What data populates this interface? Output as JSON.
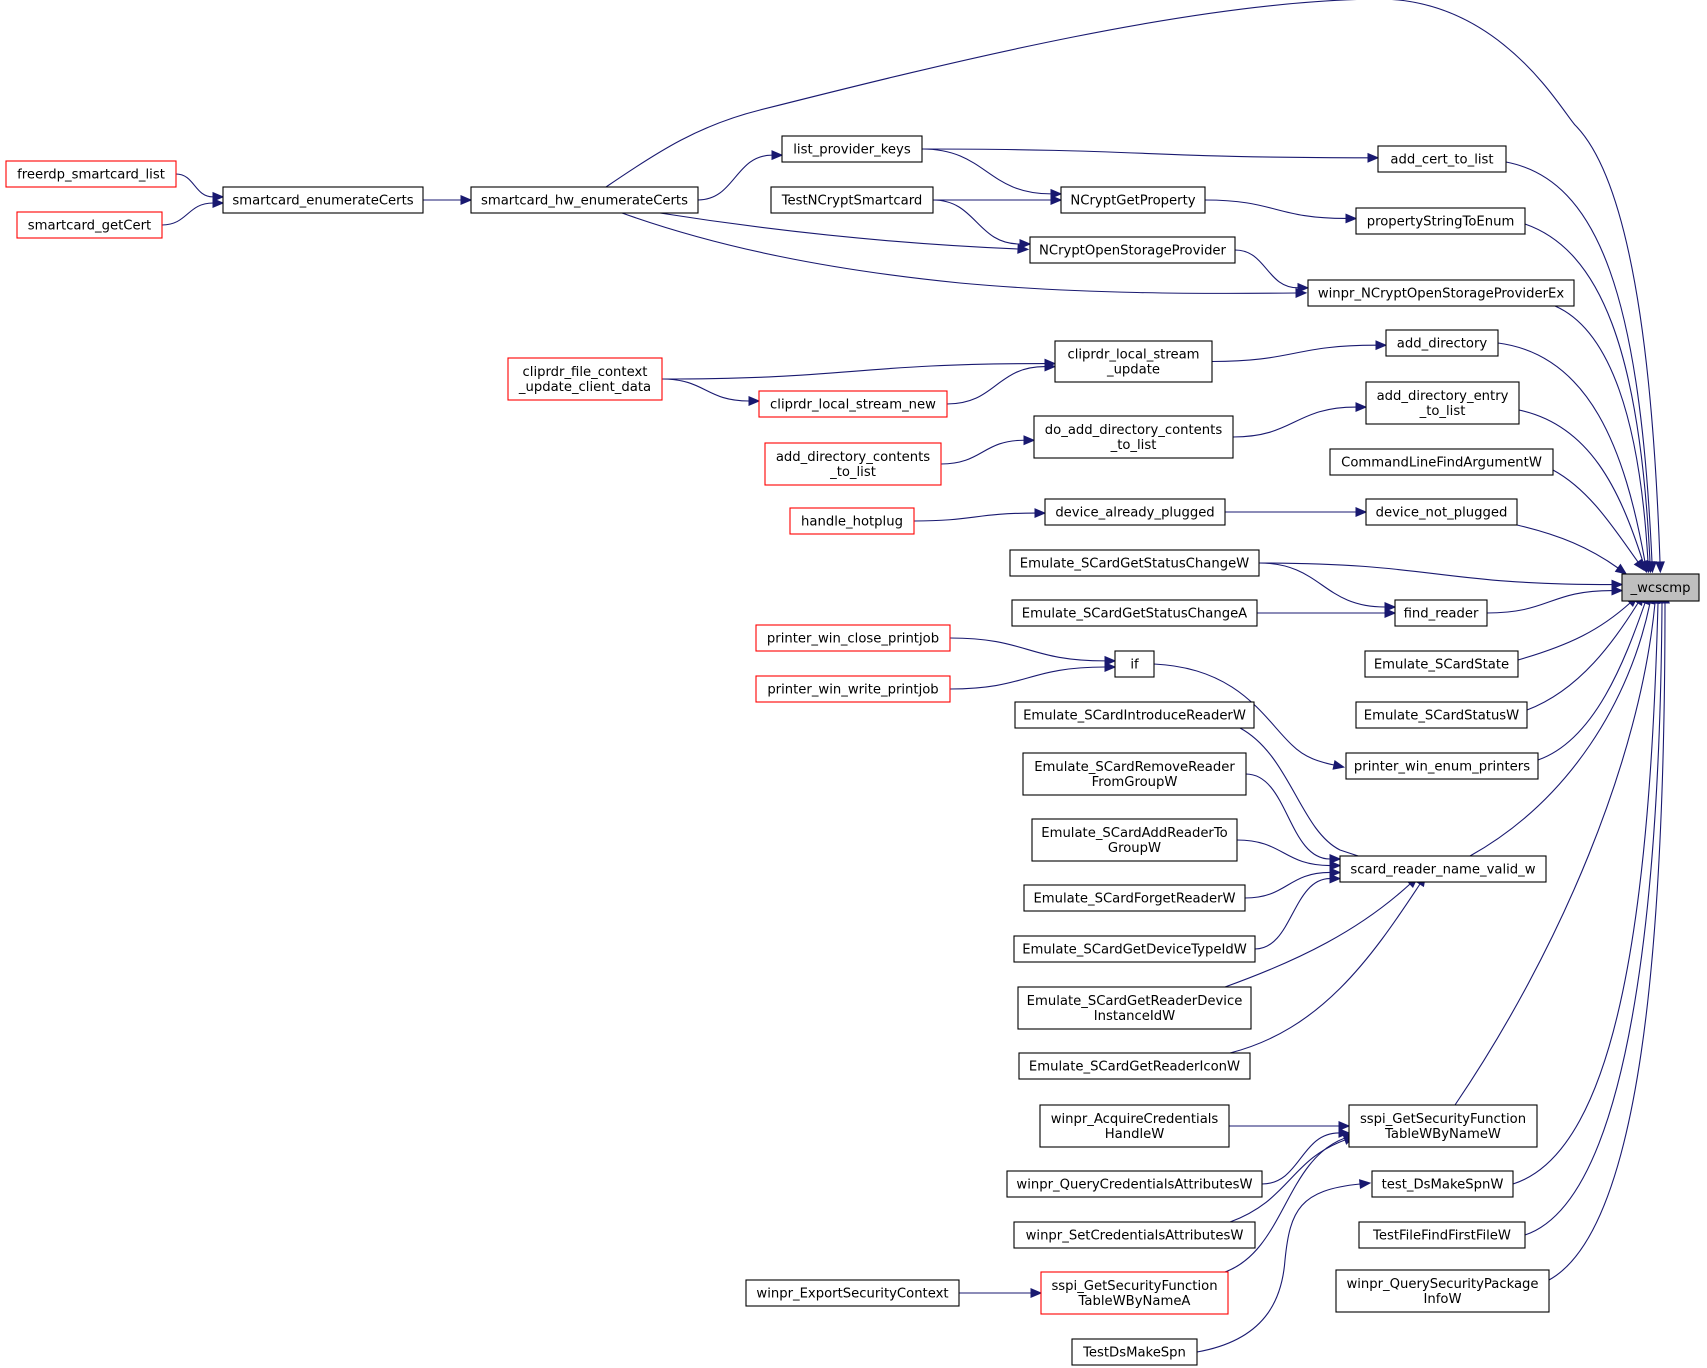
{
  "graph": {
    "title": "",
    "nodes": [
      {
        "id": "wcscmp",
        "lines": [
          "_wcscmp"
        ],
        "style": "grey"
      },
      {
        "id": "freerdp_smartcard_list",
        "lines": [
          "freerdp_smartcard_list"
        ],
        "style": "red"
      },
      {
        "id": "smartcard_getCert",
        "lines": [
          "smartcard_getCert"
        ],
        "style": "red"
      },
      {
        "id": "smartcard_enumerateCerts",
        "lines": [
          "smartcard_enumerateCerts"
        ],
        "style": "normal"
      },
      {
        "id": "smartcard_hw_enumerateCerts",
        "lines": [
          "smartcard_hw_enumerateCerts"
        ],
        "style": "normal"
      },
      {
        "id": "list_provider_keys",
        "lines": [
          "list_provider_keys"
        ],
        "style": "normal"
      },
      {
        "id": "TestNCryptSmartcard",
        "lines": [
          "TestNCryptSmartcard"
        ],
        "style": "normal"
      },
      {
        "id": "NCryptGetProperty",
        "lines": [
          "NCryptGetProperty"
        ],
        "style": "normal"
      },
      {
        "id": "NCryptOpenStorageProvider",
        "lines": [
          "NCryptOpenStorageProvider"
        ],
        "style": "normal"
      },
      {
        "id": "add_cert_to_list",
        "lines": [
          "add_cert_to_list"
        ],
        "style": "normal"
      },
      {
        "id": "propertyStringToEnum",
        "lines": [
          "propertyStringToEnum"
        ],
        "style": "normal"
      },
      {
        "id": "winpr_NCryptOpenStorageProviderEx",
        "lines": [
          "winpr_NCryptOpenStorageProviderEx"
        ],
        "style": "normal"
      },
      {
        "id": "cliprdr_file_context_update_client_data",
        "lines": [
          "cliprdr_file_context",
          "_update_client_data"
        ],
        "style": "red"
      },
      {
        "id": "cliprdr_local_stream_update",
        "lines": [
          "cliprdr_local_stream",
          "_update"
        ],
        "style": "normal"
      },
      {
        "id": "cliprdr_local_stream_new",
        "lines": [
          "cliprdr_local_stream_new"
        ],
        "style": "red"
      },
      {
        "id": "add_directory",
        "lines": [
          "add_directory"
        ],
        "style": "normal"
      },
      {
        "id": "add_directory_contents_to_list",
        "lines": [
          "add_directory_contents",
          "_to_list"
        ],
        "style": "red"
      },
      {
        "id": "do_add_directory_contents_to_list",
        "lines": [
          "do_add_directory_contents",
          "_to_list"
        ],
        "style": "normal"
      },
      {
        "id": "add_directory_entry_to_list",
        "lines": [
          "add_directory_entry",
          "_to_list"
        ],
        "style": "normal"
      },
      {
        "id": "CommandLineFindArgumentW",
        "lines": [
          "CommandLineFindArgumentW"
        ],
        "style": "normal"
      },
      {
        "id": "handle_hotplug",
        "lines": [
          "handle_hotplug"
        ],
        "style": "red"
      },
      {
        "id": "device_already_plugged",
        "lines": [
          "device_already_plugged"
        ],
        "style": "normal"
      },
      {
        "id": "device_not_plugged",
        "lines": [
          "device_not_plugged"
        ],
        "style": "normal"
      },
      {
        "id": "Emulate_SCardGetStatusChangeW",
        "lines": [
          "Emulate_SCardGetStatusChangeW"
        ],
        "style": "normal"
      },
      {
        "id": "Emulate_SCardGetStatusChangeA",
        "lines": [
          "Emulate_SCardGetStatusChangeA"
        ],
        "style": "normal"
      },
      {
        "id": "find_reader",
        "lines": [
          "find_reader"
        ],
        "style": "normal"
      },
      {
        "id": "printer_win_close_printjob",
        "lines": [
          "printer_win_close_printjob"
        ],
        "style": "red"
      },
      {
        "id": "printer_win_write_printjob",
        "lines": [
          "printer_win_write_printjob"
        ],
        "style": "red"
      },
      {
        "id": "if",
        "lines": [
          "if"
        ],
        "style": "normal"
      },
      {
        "id": "Emulate_SCardState",
        "lines": [
          "Emulate_SCardState"
        ],
        "style": "normal"
      },
      {
        "id": "Emulate_SCardStatusW",
        "lines": [
          "Emulate_SCardStatusW"
        ],
        "style": "normal"
      },
      {
        "id": "Emulate_SCardIntroduceReaderW",
        "lines": [
          "Emulate_SCardIntroduceReaderW"
        ],
        "style": "normal"
      },
      {
        "id": "printer_win_enum_printers",
        "lines": [
          "printer_win_enum_printers"
        ],
        "style": "normal"
      },
      {
        "id": "Emulate_SCardRemoveReaderFromGroupW",
        "lines": [
          "Emulate_SCardRemoveReader",
          "FromGroupW"
        ],
        "style": "normal"
      },
      {
        "id": "Emulate_SCardAddReaderToGroupW",
        "lines": [
          "Emulate_SCardAddReaderTo",
          "GroupW"
        ],
        "style": "normal"
      },
      {
        "id": "scard_reader_name_valid_w",
        "lines": [
          "scard_reader_name_valid_w"
        ],
        "style": "normal"
      },
      {
        "id": "Emulate_SCardForgetReaderW",
        "lines": [
          "Emulate_SCardForgetReaderW"
        ],
        "style": "normal"
      },
      {
        "id": "Emulate_SCardGetDeviceTypeIdW",
        "lines": [
          "Emulate_SCardGetDeviceTypeIdW"
        ],
        "style": "normal"
      },
      {
        "id": "Emulate_SCardGetReaderDeviceInstanceIdW",
        "lines": [
          "Emulate_SCardGetReaderDevice",
          "InstanceIdW"
        ],
        "style": "normal"
      },
      {
        "id": "Emulate_SCardGetReaderIconW",
        "lines": [
          "Emulate_SCardGetReaderIconW"
        ],
        "style": "normal"
      },
      {
        "id": "winpr_AcquireCredentialsHandleW",
        "lines": [
          "winpr_AcquireCredentials",
          "HandleW"
        ],
        "style": "normal"
      },
      {
        "id": "sspi_GetSecurityFunctionTableWByNameW",
        "lines": [
          "sspi_GetSecurityFunction",
          "TableWByNameW"
        ],
        "style": "normal"
      },
      {
        "id": "winpr_QueryCredentialsAttributesW",
        "lines": [
          "winpr_QueryCredentialsAttributesW"
        ],
        "style": "normal"
      },
      {
        "id": "test_DsMakeSpnW",
        "lines": [
          "test_DsMakeSpnW"
        ],
        "style": "normal"
      },
      {
        "id": "winpr_SetCredentialsAttributesW",
        "lines": [
          "winpr_SetCredentialsAttributesW"
        ],
        "style": "normal"
      },
      {
        "id": "TestFileFindFirstFileW",
        "lines": [
          "TestFileFindFirstFileW"
        ],
        "style": "normal"
      },
      {
        "id": "winpr_ExportSecurityContext",
        "lines": [
          "winpr_ExportSecurityContext"
        ],
        "style": "normal"
      },
      {
        "id": "sspi_GetSecurityFunctionTableWByNameA",
        "lines": [
          "sspi_GetSecurityFunction",
          "TableWByNameA"
        ],
        "style": "red"
      },
      {
        "id": "winpr_QuerySecurityPackageInfoW",
        "lines": [
          "winpr_QuerySecurityPackage",
          "InfoW"
        ],
        "style": "normal"
      },
      {
        "id": "TestDsMakeSpn",
        "lines": [
          "TestDsMakeSpn"
        ],
        "style": "normal"
      }
    ],
    "edges": [
      {
        "from": "freerdp_smartcard_list",
        "to": "smartcard_enumerateCerts"
      },
      {
        "from": "smartcard_getCert",
        "to": "smartcard_enumerateCerts"
      },
      {
        "from": "smartcard_enumerateCerts",
        "to": "smartcard_hw_enumerateCerts"
      },
      {
        "from": "smartcard_hw_enumerateCerts",
        "to": "list_provider_keys"
      },
      {
        "from": "smartcard_hw_enumerateCerts",
        "to": "NCryptOpenStorageProvider"
      },
      {
        "from": "smartcard_hw_enumerateCerts",
        "to": "winpr_NCryptOpenStorageProviderEx"
      },
      {
        "from": "smartcard_hw_enumerateCerts",
        "to": "wcscmp"
      },
      {
        "from": "list_provider_keys",
        "to": "add_cert_to_list"
      },
      {
        "from": "list_provider_keys",
        "to": "NCryptGetProperty"
      },
      {
        "from": "TestNCryptSmartcard",
        "to": "NCryptGetProperty"
      },
      {
        "from": "TestNCryptSmartcard",
        "to": "NCryptOpenStorageProvider"
      },
      {
        "from": "NCryptGetProperty",
        "to": "propertyStringToEnum"
      },
      {
        "from": "NCryptOpenStorageProvider",
        "to": "winpr_NCryptOpenStorageProviderEx"
      },
      {
        "from": "add_cert_to_list",
        "to": "wcscmp"
      },
      {
        "from": "propertyStringToEnum",
        "to": "wcscmp"
      },
      {
        "from": "winpr_NCryptOpenStorageProviderEx",
        "to": "wcscmp"
      },
      {
        "from": "cliprdr_file_context_update_client_data",
        "to": "cliprdr_local_stream_update"
      },
      {
        "from": "cliprdr_file_context_update_client_data",
        "to": "cliprdr_local_stream_new"
      },
      {
        "from": "cliprdr_local_stream_new",
        "to": "cliprdr_local_stream_update"
      },
      {
        "from": "cliprdr_local_stream_update",
        "to": "add_directory"
      },
      {
        "from": "add_directory",
        "to": "wcscmp"
      },
      {
        "from": "add_directory_contents_to_list",
        "to": "do_add_directory_contents_to_list"
      },
      {
        "from": "do_add_directory_contents_to_list",
        "to": "add_directory_entry_to_list"
      },
      {
        "from": "add_directory_entry_to_list",
        "to": "wcscmp"
      },
      {
        "from": "CommandLineFindArgumentW",
        "to": "wcscmp"
      },
      {
        "from": "handle_hotplug",
        "to": "device_already_plugged"
      },
      {
        "from": "device_already_plugged",
        "to": "device_not_plugged"
      },
      {
        "from": "device_not_plugged",
        "to": "wcscmp"
      },
      {
        "from": "Emulate_SCardGetStatusChangeW",
        "to": "wcscmp"
      },
      {
        "from": "Emulate_SCardGetStatusChangeW",
        "to": "find_reader"
      },
      {
        "from": "Emulate_SCardGetStatusChangeA",
        "to": "find_reader"
      },
      {
        "from": "find_reader",
        "to": "wcscmp"
      },
      {
        "from": "printer_win_close_printjob",
        "to": "if"
      },
      {
        "from": "printer_win_write_printjob",
        "to": "if"
      },
      {
        "from": "if",
        "to": "printer_win_enum_printers"
      },
      {
        "from": "Emulate_SCardState",
        "to": "wcscmp"
      },
      {
        "from": "Emulate_SCardStatusW",
        "to": "wcscmp"
      },
      {
        "from": "printer_win_enum_printers",
        "to": "wcscmp"
      },
      {
        "from": "Emulate_SCardIntroduceReaderW",
        "to": "scard_reader_name_valid_w"
      },
      {
        "from": "Emulate_SCardRemoveReaderFromGroupW",
        "to": "scard_reader_name_valid_w"
      },
      {
        "from": "Emulate_SCardAddReaderToGroupW",
        "to": "scard_reader_name_valid_w"
      },
      {
        "from": "Emulate_SCardForgetReaderW",
        "to": "scard_reader_name_valid_w"
      },
      {
        "from": "Emulate_SCardGetDeviceTypeIdW",
        "to": "scard_reader_name_valid_w"
      },
      {
        "from": "Emulate_SCardGetReaderDeviceInstanceIdW",
        "to": "scard_reader_name_valid_w"
      },
      {
        "from": "Emulate_SCardGetReaderIconW",
        "to": "scard_reader_name_valid_w"
      },
      {
        "from": "scard_reader_name_valid_w",
        "to": "wcscmp"
      },
      {
        "from": "winpr_AcquireCredentialsHandleW",
        "to": "sspi_GetSecurityFunctionTableWByNameW"
      },
      {
        "from": "winpr_QueryCredentialsAttributesW",
        "to": "sspi_GetSecurityFunctionTableWByNameW"
      },
      {
        "from": "winpr_SetCredentialsAttributesW",
        "to": "sspi_GetSecurityFunctionTableWByNameW"
      },
      {
        "from": "sspi_GetSecurityFunctionTableWByNameA",
        "to": "sspi_GetSecurityFunctionTableWByNameW"
      },
      {
        "from": "winpr_ExportSecurityContext",
        "to": "sspi_GetSecurityFunctionTableWByNameA"
      },
      {
        "from": "sspi_GetSecurityFunctionTableWByNameW",
        "to": "wcscmp"
      },
      {
        "from": "TestDsMakeSpn",
        "to": "test_DsMakeSpnW"
      },
      {
        "from": "test_DsMakeSpnW",
        "to": "wcscmp"
      },
      {
        "from": "TestFileFindFirstFileW",
        "to": "wcscmp"
      },
      {
        "from": "winpr_QuerySecurityPackageInfoW",
        "to": "wcscmp"
      }
    ]
  },
  "colors": {
    "edge": "#191970",
    "node_border": "#000000",
    "node_border_truncated": "#ff0000",
    "focus_fill": "#bfbfbf",
    "background": "#ffffff"
  }
}
